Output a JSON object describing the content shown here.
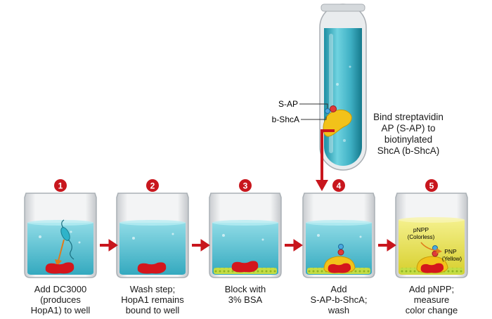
{
  "tube": {
    "label_sap": "S-AP",
    "label_bshca": "b-ShcA",
    "caption": [
      "Bind streptavidin",
      "AP (S-AP) to",
      "biotinylated",
      "ShcA (b-ShcA)"
    ]
  },
  "steps": [
    {
      "number": "1",
      "caption": [
        "Add DC3000",
        "(produces",
        "HopA1) to well"
      ]
    },
    {
      "number": "2",
      "caption": [
        "Wash step;",
        "HopA1 remains",
        "bound to well"
      ]
    },
    {
      "number": "3",
      "caption": [
        "Block with",
        "3% BSA"
      ]
    },
    {
      "number": "4",
      "caption": [
        "Add",
        "S-AP-b-ShcA;",
        "wash"
      ]
    },
    {
      "number": "5",
      "caption": [
        "Add pNPP;",
        "measure",
        "color change"
      ],
      "label_pnpp": "pNPP",
      "label_colorless": "(Colorless)",
      "label_pnp": "PNP",
      "label_yellow": "(Yellow)"
    }
  ],
  "colors": {
    "step_badge": "#c8161d",
    "arrow": "#c8161d",
    "liquid_blue": "#5fc6d6",
    "liquid_yellow": "#e8e25a",
    "hopa1": "#d4161c",
    "bsa": "#b6d334",
    "shca": "#f2c21a"
  }
}
